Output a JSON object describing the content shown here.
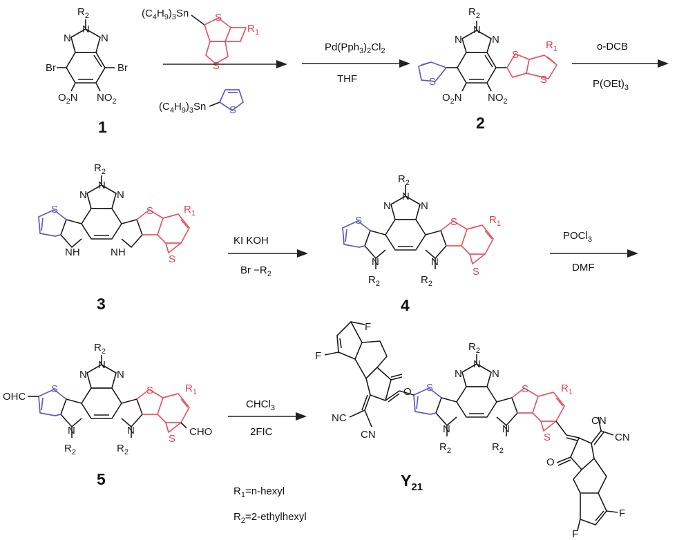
{
  "colors": {
    "thiophene": "#5b5bc9",
    "thienothiophene": "#e8555f",
    "ink": "#1a1a1a"
  },
  "compounds": {
    "c1": "1",
    "c2": "2",
    "c3": "3",
    "c4": "4",
    "c5": "5",
    "y21": "Y",
    "y21_sub": "21"
  },
  "atoms": {
    "R": "R",
    "r1": "1",
    "r2": "2",
    "N": "N",
    "S": "S",
    "Br": "Br",
    "NH": "N",
    "H": "H",
    "O2N_O": "O",
    "O2N_2": "2",
    "O2N_N": "N",
    "NO2_N": "NO",
    "NO2_2": "2",
    "OHC": "OHC",
    "CHO": "CHO",
    "NC": "NC",
    "CN": "CN",
    "O": "O",
    "F": "F"
  },
  "reagents": {
    "stannyl_prefix": "(C",
    "stannyl_mid1": "4",
    "stannyl_H": "H",
    "stannyl_mid2": "9",
    "stannyl_close": ")",
    "stannyl_mid3": "3",
    "stannyl_Sn": "Sn"
  },
  "steps": {
    "s2_above_a": "Pd(Pph",
    "s2_above_b": "3",
    "s2_above_c": ")",
    "s2_above_d": "2",
    "s2_above_e": "Cl",
    "s2_above_f": "2",
    "s2_below": "THF",
    "s3_above": "o-DCB",
    "s3_below_a": "P(OEt)",
    "s3_below_b": "3",
    "s4_above": "KI  KOH",
    "s4_below_a": "Br −R",
    "s4_below_b": "2",
    "s5_above_a": "POCl",
    "s5_above_b": "3",
    "s5_below": "DMF",
    "s6_above_a": "CHCl",
    "s6_above_b": "3",
    "s6_below": "2FIC"
  },
  "legend": {
    "r1_a": "R",
    "r1_b": "1",
    "r1_c": "=n-hexyl",
    "r2_a": "R",
    "r2_b": "2",
    "r2_c": "=2-ethylhexyl"
  }
}
